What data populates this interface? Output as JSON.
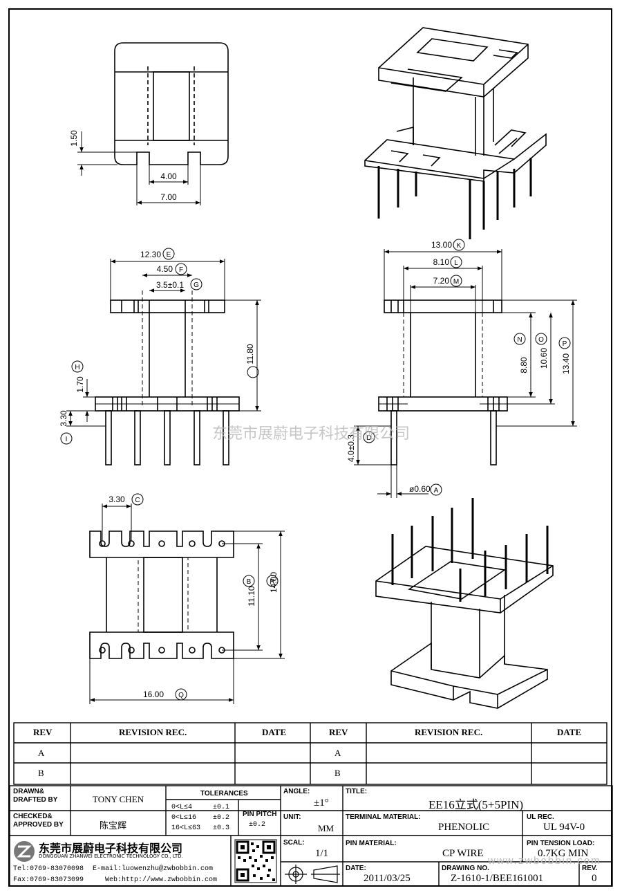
{
  "watermark": "东莞市展蔚电子科技有限公司",
  "watermark_url": "www.zwbobbin.com",
  "dims": {
    "d150": "1.50",
    "d400": "4.00",
    "d700": "7.00",
    "d1230": "12.30",
    "d450": "4.50",
    "d35": "3.5±0.1",
    "d1180": "11.80",
    "d170": "1.70",
    "d330v": "3.30",
    "d1300": "13.00",
    "d810": "8.10",
    "d720": "7.20",
    "d880": "8.80",
    "d1060": "10.60",
    "d1340": "13.40",
    "d40": "4.0±0.3",
    "d060": "ø0.60",
    "d330h": "3.30",
    "d1110": "11.10",
    "d1400": "14.00",
    "d1600": "16.00"
  },
  "balloons": {
    "A": "A",
    "B": "B",
    "C": "C",
    "D": "D",
    "E": "E",
    "F": "F",
    "G": "G",
    "H": "H",
    "I": "I",
    "K": "K",
    "L": "L",
    "M": "M",
    "N": "N",
    "O": "O",
    "P": "P",
    "Q": "Q",
    "R": "R"
  },
  "revision": {
    "headers": [
      "REV",
      "REVISION REC.",
      "DATE",
      "REV",
      "REVISION REC.",
      "DATE"
    ],
    "rows": [
      "A",
      "B"
    ]
  },
  "title_block": {
    "drawn_label": "DRAWN&\nDRAFTED BY",
    "drawn_value": "TONY CHEN",
    "checked_label": "CHECKED&\nAPPROVED BY",
    "checked_value": "陈宝辉",
    "tolerances_label": "TOLERANCES",
    "tol1": "0<L≤4",
    "tol1v": "±0.1",
    "tol2": "0<L≤16",
    "tol2v": "±0.2",
    "tol3": "16<L≤63",
    "tol3v": "±0.3",
    "pitch_label": "PIN PITCH",
    "pitch_value": "±0.2",
    "angle_label": "ANGLE:",
    "angle_value": "±1°",
    "unit_label": "UNIT:",
    "unit_value": "MM",
    "scale_label": "SCAL:",
    "scale_value": "1/1",
    "title_label": "TITLE:",
    "title_value": "EE16立式(5+5PIN)",
    "terminal_label": "TERMINAL MATERIAL:",
    "terminal_value": "PHENOLIC",
    "ul_label": "UL REC.",
    "ul_value": "UL 94V-0",
    "pin_label": "PIN MATERIAL:",
    "pin_value": "CP WIRE",
    "tension_label": "PIN TENSION LOAD:",
    "tension_value": "0.7KG MIN",
    "date_label": "DATE:",
    "date_value": "2011/03/25",
    "drawing_label": "DRAWING NO.",
    "drawing_value": "Z-1610-1/BEE161001",
    "rev_label": "REV.",
    "rev_value": "0",
    "company_cn": "东莞市展蔚电子科技有限公司",
    "company_en": "DONGGUAN ZHANWEI ELECTRONIC TECHNOLOGY CO., LTD.",
    "tel": "Tel:0769-83070098",
    "email": "E-mail:luowenzhu@zwbobbin.com",
    "fax": "Fax:0769-83073099",
    "web": "Web:http://www.zwbobbin.com"
  },
  "icons": [
    "zw-logo-icon",
    "qr-code-icon",
    "projection-symbol-icon"
  ]
}
